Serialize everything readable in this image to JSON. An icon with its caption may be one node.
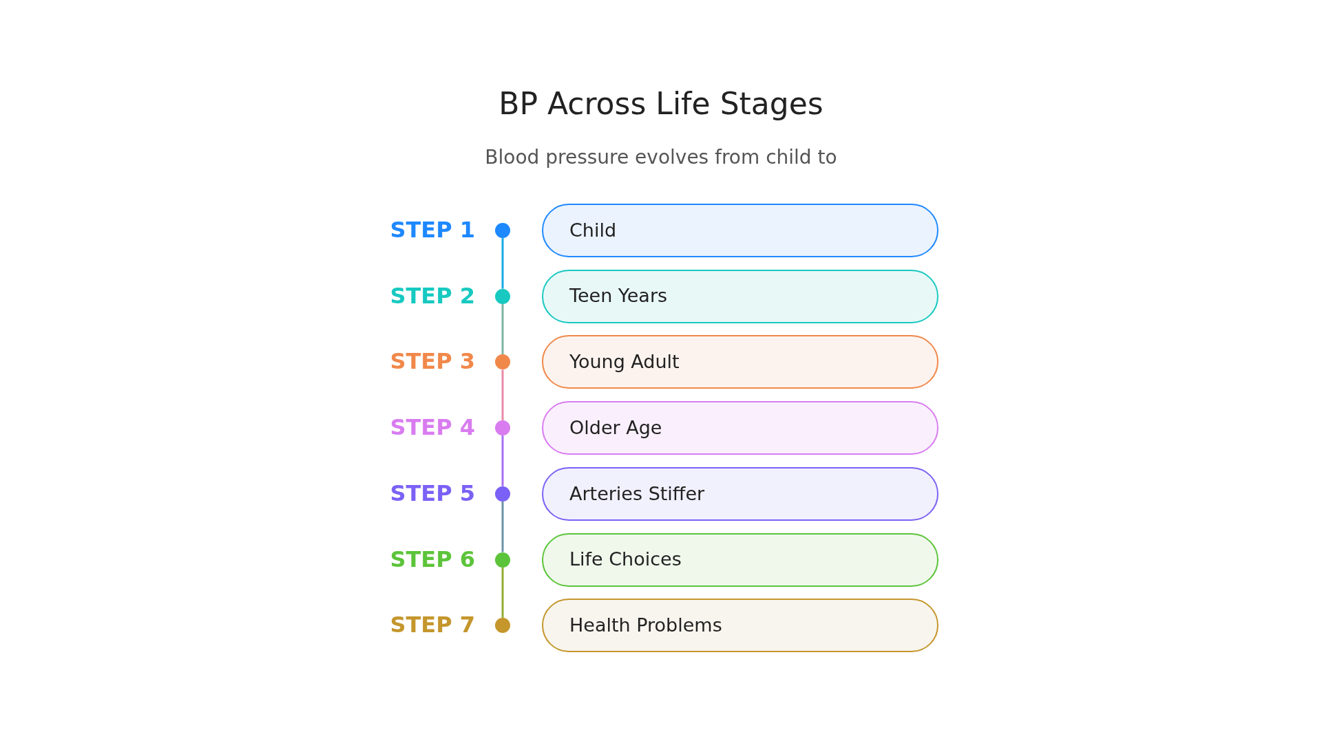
{
  "diagram": {
    "title": "BP Across Life Stages",
    "caption": "Blood pressure evolves from child to",
    "nodes": [
      {
        "text": [],
        "shape": "circle",
        "beside": [
          "STEP 1"
        ]
      },
      {
        "text": [
          "Child"
        ]
      },
      {
        "text": [],
        "shape": "circle",
        "beside": [
          "STEP 2"
        ]
      },
      {
        "text": [
          "Teen Years"
        ]
      },
      {
        "text": [],
        "shape": "circle",
        "beside": [
          "STEP 3"
        ]
      },
      {
        "text": [
          "Young Adult"
        ]
      },
      {
        "text": [],
        "shape": "circle",
        "beside": [
          "STEP 4"
        ]
      },
      {
        "text": [
          "Older Age"
        ]
      },
      {
        "text": [],
        "shape": "circle",
        "beside": [
          "STEP 5"
        ]
      },
      {
        "text": [
          "Arteries Stiffer"
        ]
      },
      {
        "text": [],
        "shape": "circle",
        "beside": [
          "STEP 6"
        ]
      },
      {
        "text": [
          "Life Choices"
        ]
      },
      {
        "text": [],
        "shape": "circle",
        "beside": [
          "STEP 7"
        ]
      },
      {
        "text": [
          "Health Problems"
        ]
      }
    ],
    "edges": [
      {
        "from": 0,
        "to": 2,
        "arrow": "none",
        "color": "#1aa8e6"
      },
      {
        "from": 2,
        "to": 4,
        "arrow": "none",
        "color": "#7fb3a0"
      },
      {
        "from": 4,
        "to": 6,
        "arrow": "none",
        "color": "#e88aa8"
      },
      {
        "from": 6,
        "to": 8,
        "arrow": "none",
        "color": "#a86ff2"
      },
      {
        "from": 8,
        "to": 10,
        "arrow": "none",
        "color": "#6b93a8"
      },
      {
        "from": 10,
        "to": 12,
        "arrow": "none",
        "color": "#92ad32"
      }
    ]
  }
}
